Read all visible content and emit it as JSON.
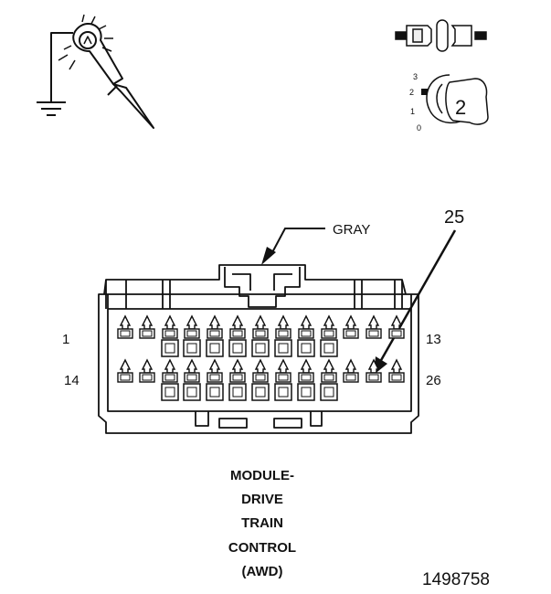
{
  "connector": {
    "color_label": "GRAY",
    "callout_pin": "25",
    "pin_labels": {
      "top_left": "1",
      "top_right": "13",
      "bottom_left": "14",
      "bottom_right": "26"
    }
  },
  "caption": {
    "lines": [
      "MODULE-",
      "DRIVE",
      "TRAIN",
      "CONTROL",
      "(AWD)"
    ]
  },
  "figure_number": "1498758",
  "ignition_key": {
    "position_label": "2",
    "scale": [
      "3",
      "2",
      "1",
      "0"
    ]
  }
}
